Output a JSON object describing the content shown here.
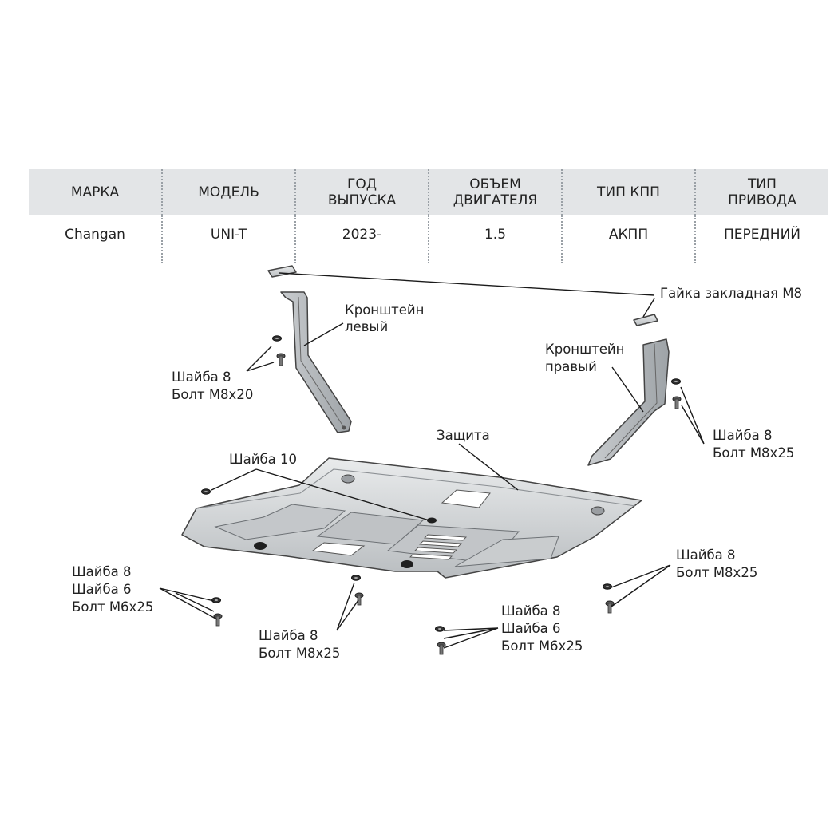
{
  "spec_table": {
    "headers": [
      "МАРКА",
      "МОДЕЛЬ",
      "ГОД\nВЫПУСКА",
      "ОБЪЕМ\nДВИГАТЕЛЯ",
      "ТИП КПП",
      "ТИП\nПРИВОДА"
    ],
    "values": [
      "Changan",
      "UNI-T",
      "2023-",
      "1.5",
      "АКПП",
      "ПЕРЕДНИЙ"
    ]
  },
  "labels": {
    "nut": "Гайка закладная М8",
    "bracket_left": [
      "Кронштейн",
      "левый"
    ],
    "bracket_right": [
      "Кронштейн",
      "правый"
    ],
    "fastener_left_bracket": [
      "Шайба 8",
      "Болт М8х20"
    ],
    "fastener_right_bracket": [
      "Шайба 8",
      "Болт М8х25"
    ],
    "shield": "Защита",
    "washer_10": "Шайба 10",
    "fastener_far_left": [
      "Шайба 8",
      "Шайба 6",
      "Болт М6х25"
    ],
    "fastener_bottom_center": [
      "Шайба 8",
      "Болт М8х25"
    ],
    "fastener_bottom_right": [
      "Шайба 8",
      "Шайба 6",
      "Болт М6х25"
    ],
    "fastener_right": [
      "Шайба 8",
      "Болт М8х25"
    ]
  }
}
